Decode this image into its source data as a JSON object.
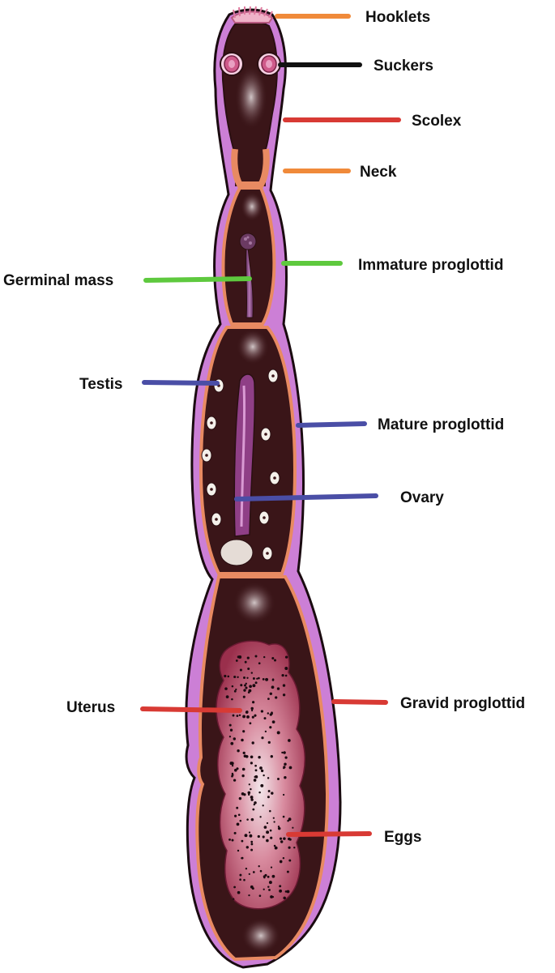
{
  "labels": {
    "hooklets": "Hooklets",
    "suckers": "Suckers",
    "scolex": "Scolex",
    "neck": "Neck",
    "immature_proglottid": "Immature proglottid",
    "germinal_mass": "Germinal mass",
    "testis": "Testis",
    "mature_proglottid": "Mature proglottid",
    "ovary": "Ovary",
    "uterus": "Uterus",
    "gravid_proglottid": "Gravid proglottid",
    "eggs": "Eggs"
  },
  "leader_colors": {
    "hooklets": "#f08a3a",
    "suckers": "#111111",
    "scolex": "#d83a34",
    "neck": "#f08a3a",
    "immature_proglottid": "#5ec93e",
    "germinal_mass": "#5ec93e",
    "testis": "#4a4ea6",
    "mature_proglottid": "#4a4ea6",
    "ovary": "#4a4ea6",
    "uterus": "#d83a34",
    "gravid_proglottid": "#d83a34",
    "eggs": "#d83a34"
  },
  "body_colors": {
    "tegument": "#cc7fd6",
    "interior": "#3a1518",
    "membrane": "#e88a62",
    "uterus": "#a33c58",
    "organ": "#f4f0ea",
    "sucker": "#cf5a8a"
  }
}
